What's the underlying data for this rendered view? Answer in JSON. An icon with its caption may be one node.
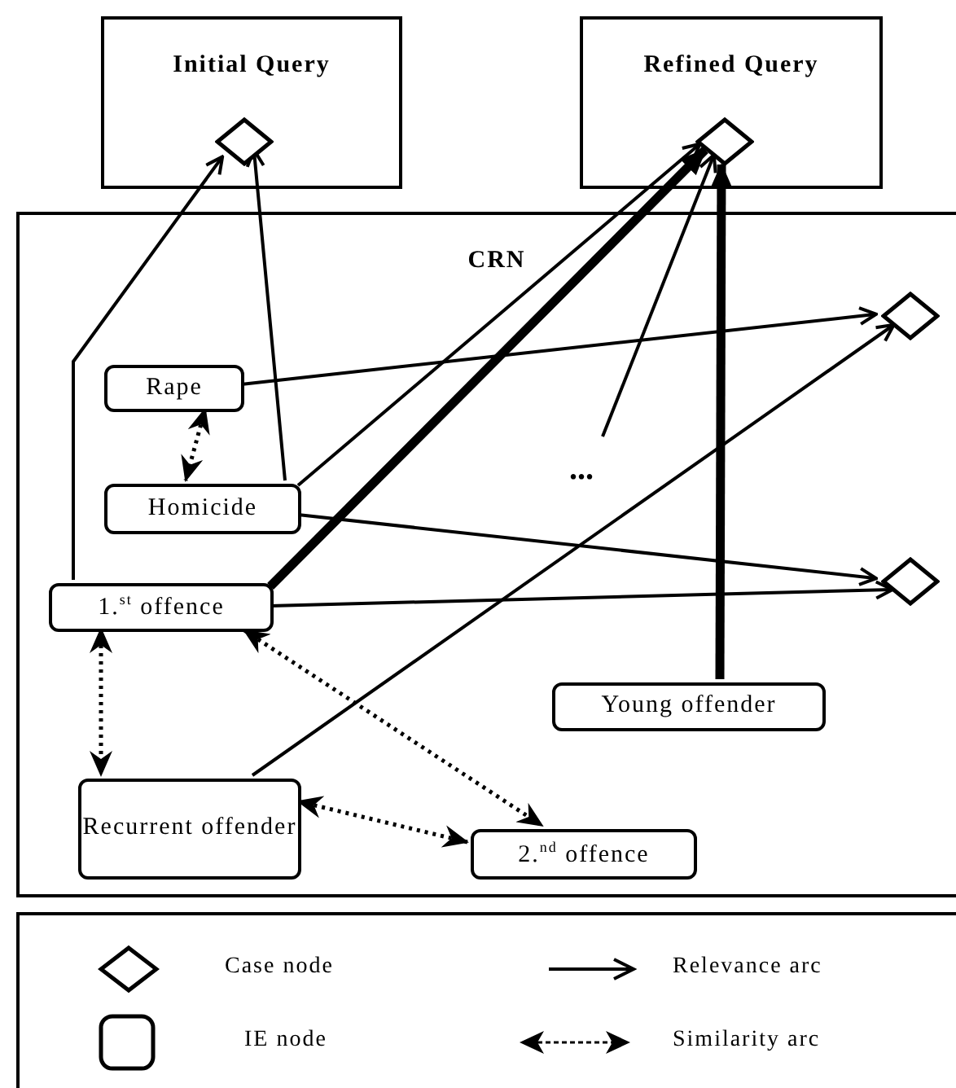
{
  "diagram": {
    "nodes": [
      {
        "text": [
          "Initial Query"
        ]
      },
      {
        "text": [],
        "shape": "diamond",
        "in": 0
      },
      {
        "text": [
          "Refined Query"
        ]
      },
      {
        "text": [],
        "shape": "diamond",
        "in": 2
      },
      {
        "text": [
          "CRN"
        ]
      },
      {
        "text": [
          "Rape"
        ],
        "in": 4
      },
      {
        "text": [
          "Homicide"
        ],
        "in": 4
      },
      {
        "text": [
          "1.$^{st}$ offence"
        ],
        "in": 4
      },
      {
        "text": [
          "..."
        ],
        "in": 4
      },
      {
        "text": [],
        "shape": "diamond",
        "in": 4
      },
      {
        "text": [],
        "shape": "diamond",
        "in": 4
      },
      {
        "text": [
          "Young offender"
        ],
        "in": 4
      },
      {
        "text": [
          "Recurrent offender"
        ],
        "in": 4
      },
      {
        "text": [
          "2.$^{nd}$ offence"
        ],
        "in": 4
      }
    ],
    "edges": [
      {
        "from": 7,
        "to": 1,
        "arrow": "to"
      },
      {
        "from": 6,
        "to": 1,
        "arrow": "to"
      },
      {
        "from": 6,
        "to": 3,
        "arrow": "to"
      },
      {
        "from": 7,
        "to": 3,
        "arrow": "to",
        "style": "thick"
      },
      {
        "from": 8,
        "to": 3,
        "arrow": "to"
      },
      {
        "from": 11,
        "to": 3,
        "arrow": "to",
        "style": "thick"
      },
      {
        "from": 5,
        "to": 9,
        "arrow": "to"
      },
      {
        "from": 12,
        "to": 9,
        "arrow": "to"
      },
      {
        "from": 6,
        "to": 10,
        "arrow": "to"
      },
      {
        "from": 7,
        "to": 10,
        "arrow": "to"
      },
      {
        "from": 5,
        "to": 6,
        "arrow": "both",
        "style": "dashed"
      },
      {
        "from": 7,
        "to": 12,
        "arrow": "both",
        "style": "dashed"
      },
      {
        "from": 7,
        "to": 13,
        "arrow": "both",
        "style": "dashed"
      },
      {
        "from": 12,
        "to": 13,
        "arrow": "both",
        "style": "dashed"
      }
    ],
    "legend": [
      {
        "text": "Case node"
      },
      {
        "text": "Relevance arc"
      },
      {
        "text": "IE node"
      },
      {
        "text": "Similarity arc"
      }
    ]
  }
}
